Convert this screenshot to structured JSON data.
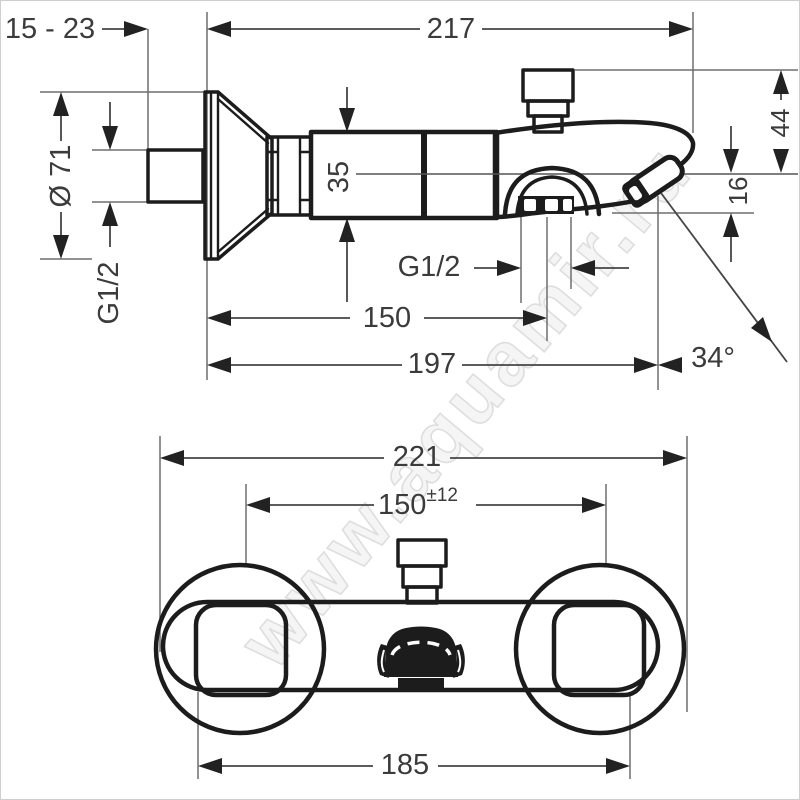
{
  "title": "bath-mixer-technical-drawing",
  "watermark": "www.aquamir.ru",
  "colors": {
    "ink": "#1c1c1c",
    "dim_line": "#454545",
    "ext_line": "#6e6e6e",
    "watermark": "#dedede"
  },
  "views": {
    "side_view": {
      "dims": {
        "wall_distance": "15 - 23",
        "overall_length": "217",
        "escutcheon_diameter": "Ø 71",
        "wall_thread": "G1/2",
        "body_diameter": "35",
        "diverter_height": "44",
        "spout_drop": "16",
        "shower_outlet_thread": "G1/2",
        "shower_outlet_distance": "150",
        "spout_reach": "197",
        "spout_angle": "34°"
      }
    },
    "plan_view": {
      "dims": {
        "overall_width": "221",
        "connection_centers": "150",
        "connection_tolerance": "±12",
        "body_width": "185"
      }
    }
  }
}
